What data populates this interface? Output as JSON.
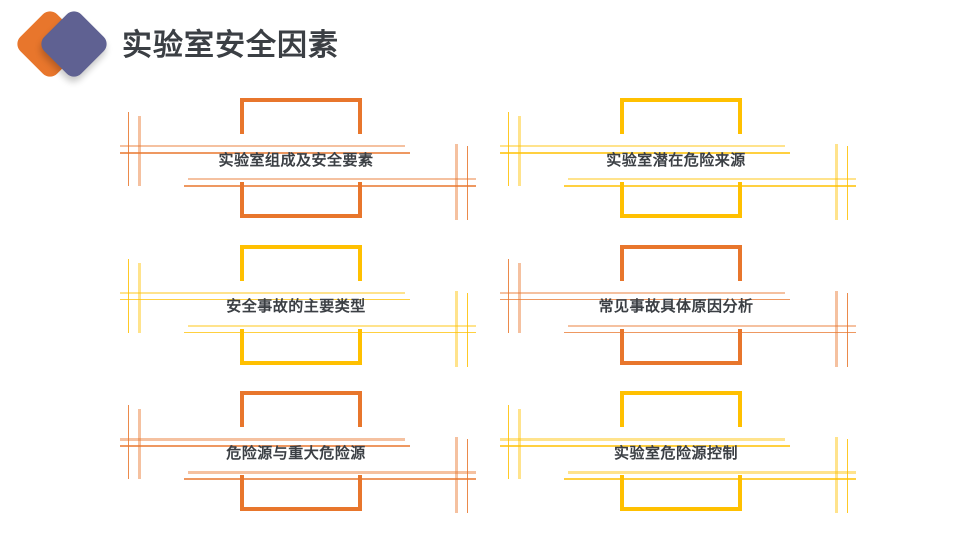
{
  "header": {
    "title": "实验室安全因素",
    "logo": {
      "back_shape": "rounded-diamond",
      "front_shape": "rounded-diamond",
      "back_color": "#E8762C",
      "front_color": "#5F6192"
    }
  },
  "palette": {
    "orange": "#E8762C",
    "yellow": "#FFC000",
    "text": "#3B3F44",
    "background": "#FFFFFF"
  },
  "main": {
    "layout": "2x3-grid",
    "cells": [
      {
        "label": "实验室组成及安全要素",
        "color": "#E8762C",
        "theme": "orange",
        "row": 1,
        "col": 1
      },
      {
        "label": "实验室潜在危险来源",
        "color": "#FFC000",
        "theme": "yellow",
        "row": 1,
        "col": 2
      },
      {
        "label": "安全事故的主要类型",
        "color": "#FFC000",
        "theme": "yellow",
        "row": 2,
        "col": 1
      },
      {
        "label": "常见事故具体原因分析",
        "color": "#E8762C",
        "theme": "orange",
        "row": 2,
        "col": 2
      },
      {
        "label": "危险源与重大危险源",
        "color": "#E8762C",
        "theme": "orange",
        "row": 3,
        "col": 1
      },
      {
        "label": "实验室危险源控制",
        "color": "#FFC000",
        "theme": "yellow",
        "row": 3,
        "col": 2
      }
    ]
  }
}
